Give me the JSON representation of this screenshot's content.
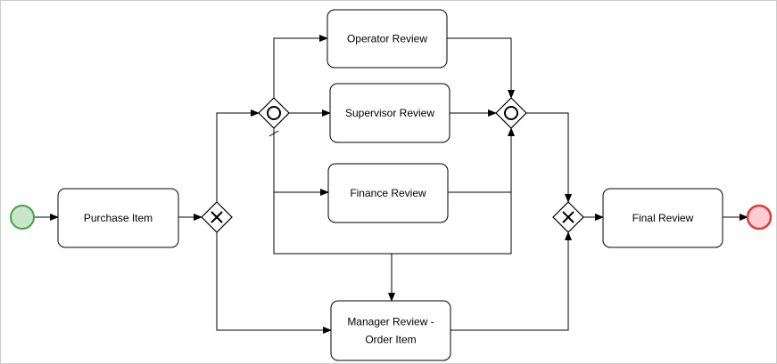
{
  "colors": {
    "line": "#000000",
    "task_fill": "#ffffff",
    "start_fill": "#c8e6c9",
    "start_stroke": "#43a047",
    "end_fill": "#ffcdd2",
    "end_stroke": "#e53935",
    "gateway_fill": "#ffffff"
  },
  "events": [
    {
      "id": "start",
      "kind": "start"
    },
    {
      "id": "end",
      "kind": "end"
    }
  ],
  "tasks": [
    {
      "id": "purchase",
      "lines": [
        "Purchase Item"
      ]
    },
    {
      "id": "operator",
      "lines": [
        "Operator Review"
      ]
    },
    {
      "id": "supervisor",
      "lines": [
        "Supervisor Review"
      ]
    },
    {
      "id": "finance",
      "lines": [
        "Finance Review"
      ]
    },
    {
      "id": "manager",
      "lines": [
        "Manager Review -",
        "Order Item"
      ]
    },
    {
      "id": "final",
      "lines": [
        "Final Review"
      ]
    }
  ],
  "gateways": [
    {
      "id": "split-exclusive",
      "kind": "exclusive"
    },
    {
      "id": "split-inclusive",
      "kind": "inclusive"
    },
    {
      "id": "join-inclusive",
      "kind": "inclusive"
    },
    {
      "id": "join-exclusive",
      "kind": "exclusive"
    }
  ]
}
